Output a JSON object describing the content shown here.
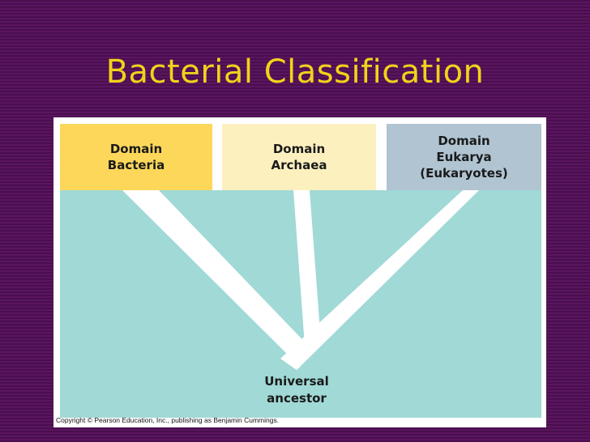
{
  "slide": {
    "title": "Bacterial Classification"
  },
  "diagram": {
    "domains": [
      {
        "id": "bacteria",
        "lines": [
          "Domain",
          "Bacteria"
        ],
        "color": "#fcd75a"
      },
      {
        "id": "archaea",
        "lines": [
          "Domain",
          "Archaea"
        ],
        "color": "#fdf0bf"
      },
      {
        "id": "eukarya",
        "lines": [
          "Domain",
          "Eukarya",
          "(Eukaryotes)"
        ],
        "color": "#b0c4d2"
      }
    ],
    "ancestor": {
      "lines": [
        "Universal",
        "ancestor"
      ]
    },
    "tree_background_color": "#a0d9d6",
    "branch_color": "#ffffff",
    "copyright": "Copyright © Pearson Education, Inc., publishing as Benjamin Cummings."
  },
  "colors": {
    "background": "#4a0f4e",
    "title": "#f2d21a"
  }
}
